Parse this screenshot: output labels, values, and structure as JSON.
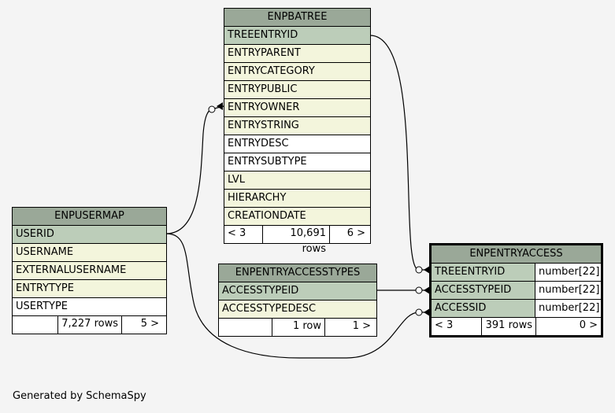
{
  "footer_text": "Generated by SchemaSpy",
  "colors": {
    "header": "#9aa898",
    "primary_key": "#bccdb9",
    "indexed": "#f3f5dc",
    "background": "#f4f4f4"
  },
  "tables": {
    "enpbatree": {
      "name": "ENPBATREE",
      "columns": [
        "TREEENTRYID",
        "ENTRYPARENT",
        "ENTRYCATEGORY",
        "ENTRYPUBLIC",
        "ENTRYOWNER",
        "ENTRYSTRING",
        "ENTRYDESC",
        "ENTRYSUBTYPE",
        "LVL",
        "HIERARCHY",
        "CREATIONDATE"
      ],
      "parents": "< 3",
      "rows": "10,691 rows",
      "children": "6 >"
    },
    "enpusermap": {
      "name": "ENPUSERMAP",
      "columns": [
        "USERID",
        "USERNAME",
        "EXTERNALUSERNAME",
        "ENTRYTYPE",
        "USERTYPE"
      ],
      "parents": "",
      "rows": "7,227 rows",
      "children": "5 >"
    },
    "enpentryaccesstypes": {
      "name": "ENPENTRYACCESSTYPES",
      "columns": [
        "ACCESSTYPEID",
        "ACCESSTYPEDESC"
      ],
      "parents": "",
      "rows": "1 row",
      "children": "1 >"
    },
    "enpentryaccess": {
      "name": "ENPENTRYACCESS",
      "columns": [
        "TREEENTRYID",
        "ACCESSTYPEID",
        "ACCESSID"
      ],
      "types": [
        "number[22]",
        "number[22]",
        "number[22]"
      ],
      "parents": "< 3",
      "rows": "391 rows",
      "children": "0 >"
    }
  }
}
